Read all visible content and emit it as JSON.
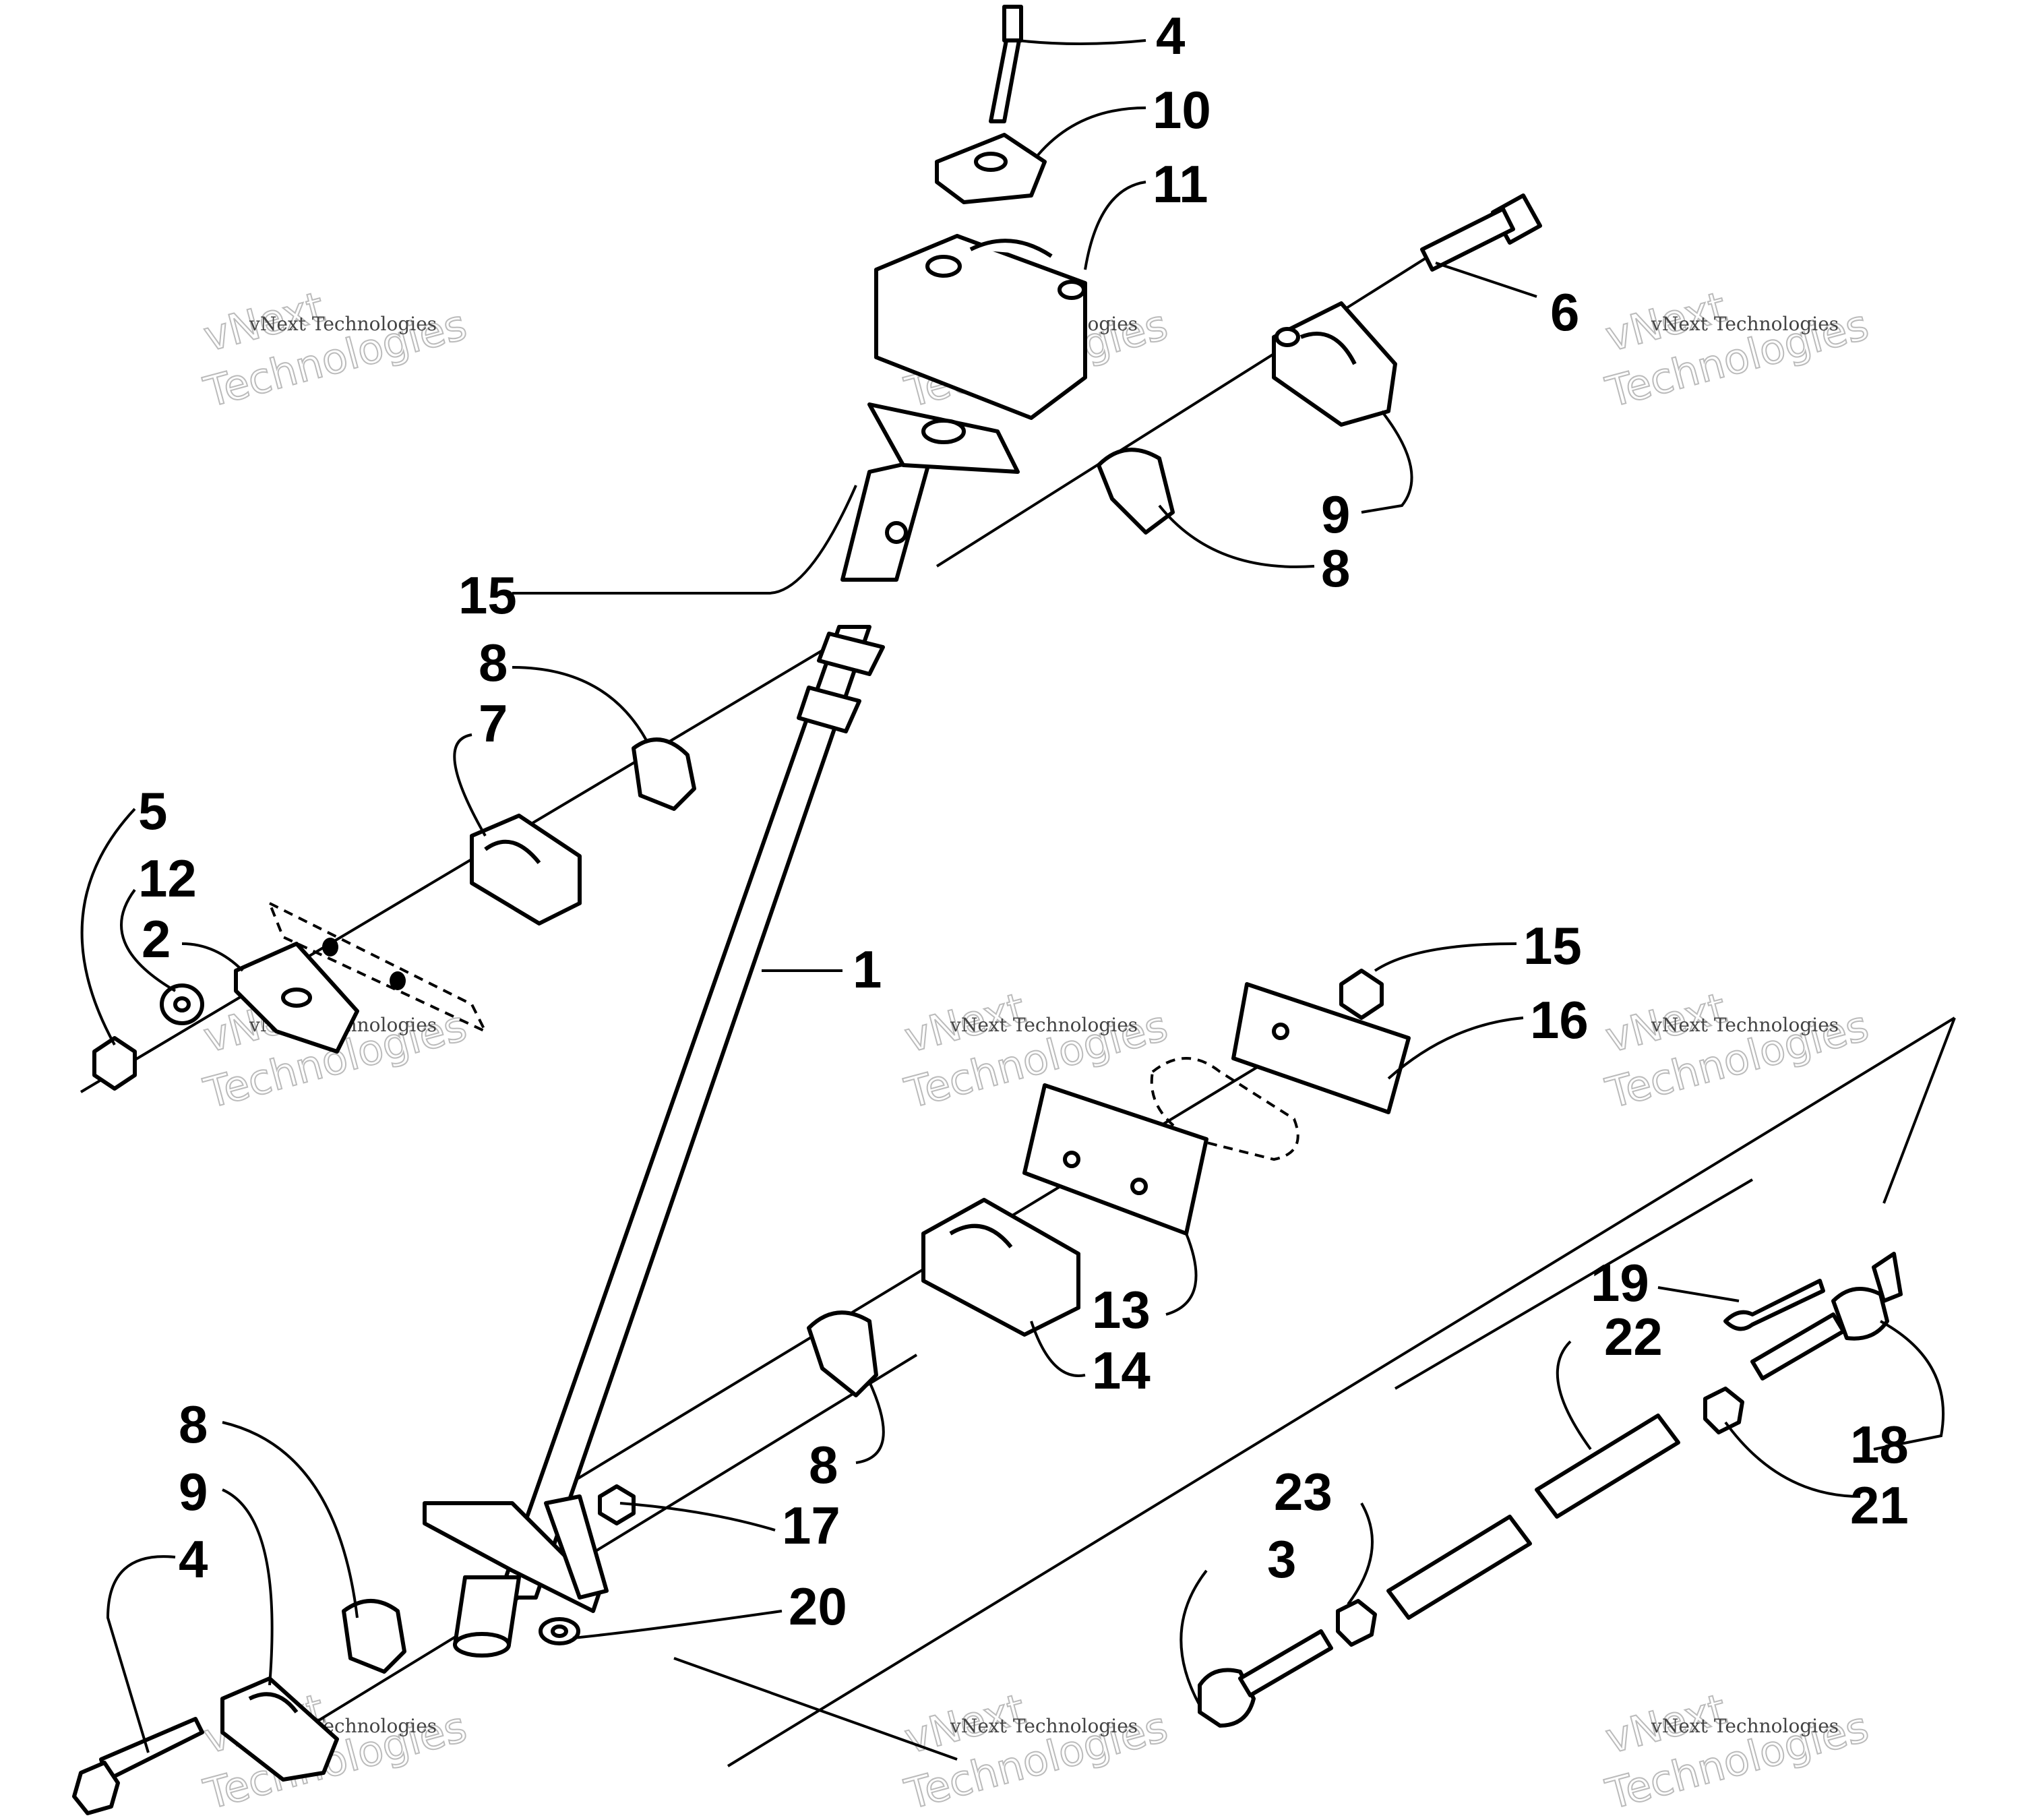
{
  "labels": {
    "p1": "1",
    "p2": "2",
    "p3": "3",
    "p4_top": "4",
    "p4_bottom": "4",
    "p5": "5",
    "p6": "6",
    "p7": "7",
    "p8_upper_right": "8",
    "p8_left": "8",
    "p8_lower_mid": "8",
    "p8_bottom_left": "8",
    "p9_upper_right": "9",
    "p9_bottom_left": "9",
    "p10": "10",
    "p11": "11",
    "p12": "12",
    "p13": "13",
    "p14": "14",
    "p15_left": "15",
    "p15_right": "15",
    "p16": "16",
    "p17": "17",
    "p18": "18",
    "p19": "19",
    "p20": "20",
    "p21": "21",
    "p22": "22",
    "p23": "23"
  },
  "watermark": {
    "line1": "vNext Technologies",
    "line2": "vNext",
    "line3": "Technologies"
  }
}
